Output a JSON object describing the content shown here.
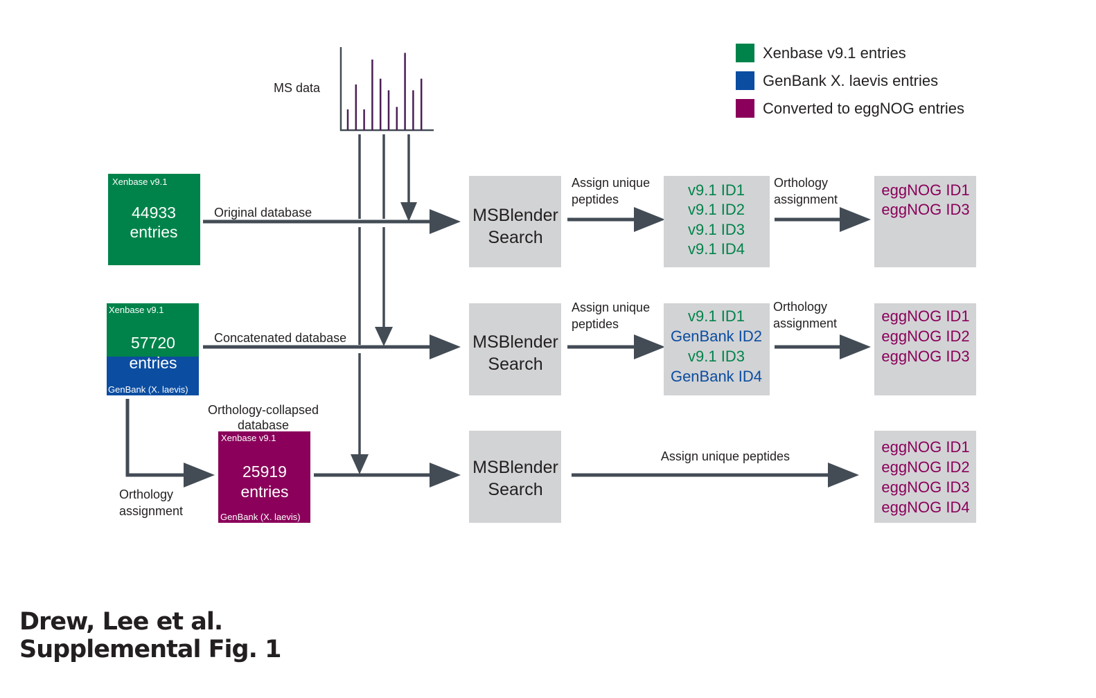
{
  "colors": {
    "xenbase": "#00834a",
    "genbank": "#0b4da1",
    "eggnog": "#8a005a",
    "result_box": "#d2d3d5",
    "arrow": "#434c55",
    "peaks": "#4a1e57"
  },
  "ms_data": {
    "label": "MS data",
    "peak_heights_relative": [
      0.25,
      0.55,
      0.25,
      0.85,
      0.62,
      0.48,
      0.28,
      0.93,
      0.48,
      0.62
    ]
  },
  "legend": [
    {
      "label": "Xenbase v9.1 entries",
      "color": "#00834a"
    },
    {
      "label": "GenBank X. laevis entries",
      "color": "#0b4da1"
    },
    {
      "label": "Converted to eggNOG entries",
      "color": "#8a005a"
    }
  ],
  "rows": [
    {
      "db": {
        "top_label": "Xenbase v9.1",
        "count": "44933",
        "unit": "entries"
      },
      "db_arrow_label": "Original database",
      "search": {
        "line1": "MSBlender",
        "line2": "Search"
      },
      "assign_label": {
        "line1": "Assign unique",
        "line2": "peptides"
      },
      "ids": [
        "v9.1 ID1",
        "v9.1 ID2",
        "v9.1 ID3",
        "v9.1 ID4"
      ],
      "ortho_label": {
        "line1": "Orthology",
        "line2": "assignment"
      },
      "eggnog": [
        "eggNOG ID1",
        "eggNOG ID3"
      ]
    },
    {
      "db": {
        "top_label": "Xenbase v9.1",
        "count": "57720",
        "unit": "entries",
        "bottom_label": "GenBank (X. laevis)"
      },
      "db_arrow_label": "Concatenated database",
      "search": {
        "line1": "MSBlender",
        "line2": "Search"
      },
      "assign_label": {
        "line1": "Assign unique",
        "line2": "peptides"
      },
      "ids": [
        "v9.1 ID1",
        "GenBank ID2",
        "v9.1 ID3",
        "GenBank ID4"
      ],
      "ortho_label": {
        "line1": "Orthology",
        "line2": "assignment"
      },
      "eggnog": [
        "eggNOG ID1",
        "eggNOG ID2",
        "eggNOG ID3"
      ]
    },
    {
      "db": {
        "top_label": "Xenbase v9.1",
        "count": "25919",
        "unit": "entries",
        "bottom_label": "GenBank (X. laevis)"
      },
      "db_title": {
        "line1": "Orthology-collapsed",
        "line2": "database"
      },
      "side_label": {
        "line1": "Orthology",
        "line2": "assignment"
      },
      "search": {
        "line1": "MSBlender",
        "line2": "Search"
      },
      "assign_label": "Assign unique peptides",
      "eggnog": [
        "eggNOG ID1",
        "eggNOG ID2",
        "eggNOG ID3",
        "eggNOG ID4"
      ]
    }
  ],
  "footer": {
    "line1": "Drew, Lee et al.",
    "line2": "Supplemental Fig. 1"
  }
}
